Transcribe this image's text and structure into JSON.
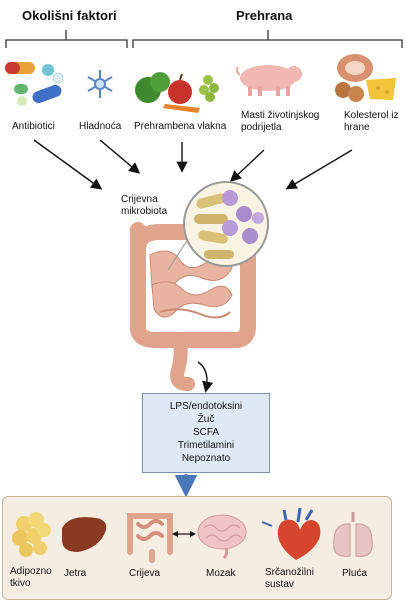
{
  "headers": {
    "environmental": "Okolišni faktori",
    "diet": "Prehrana"
  },
  "inputs": [
    {
      "label": "Antibiotici",
      "icon": "pills-icon"
    },
    {
      "label": "Hladnoća",
      "icon": "snowflake-icon"
    },
    {
      "label": "Prehrambena vlakna",
      "icon": "vegetables-icon"
    },
    {
      "label_line1": "Masti životinjskog",
      "label_line2": "podrijetla",
      "icon": "pig-icon"
    },
    {
      "label_line1": "Kolesterol iz",
      "label_line2": "hrane",
      "icon": "meat-cheese-icon"
    }
  ],
  "microbiota_label_line1": "Crijevna",
  "microbiota_label_line2": "mikrobiota",
  "mediators": [
    "LPS/endotoksini",
    "Žuč",
    "SCFA",
    "Trimetilamini",
    "Nepoznato"
  ],
  "organs": [
    {
      "label_line1": "Adipozno",
      "label_line2": "tkivo",
      "icon": "adipose-tissue-icon"
    },
    {
      "label_line1": "Jetra",
      "label_line2": "",
      "icon": "liver-icon"
    },
    {
      "label_line1": "Crijeva",
      "label_line2": "",
      "icon": "intestine-icon"
    },
    {
      "label_line1": "Mozak",
      "label_line2": "",
      "icon": "brain-icon"
    },
    {
      "label_line1": "Srčanožilni",
      "label_line2": "sustav",
      "icon": "heart-icon"
    },
    {
      "label_line1": "Pluća",
      "label_line2": "",
      "icon": "lungs-icon"
    }
  ],
  "colors": {
    "bracket": "#333333",
    "arrow": "#111111",
    "box_fill": "#dfe9f5",
    "blue_arrow": "#4a78b8",
    "panel_fill": "#f5ede2",
    "intestine": "#e0a38c",
    "bacteria_rod": "#d9c178",
    "bacteria_sphere": "#b89ad8"
  }
}
